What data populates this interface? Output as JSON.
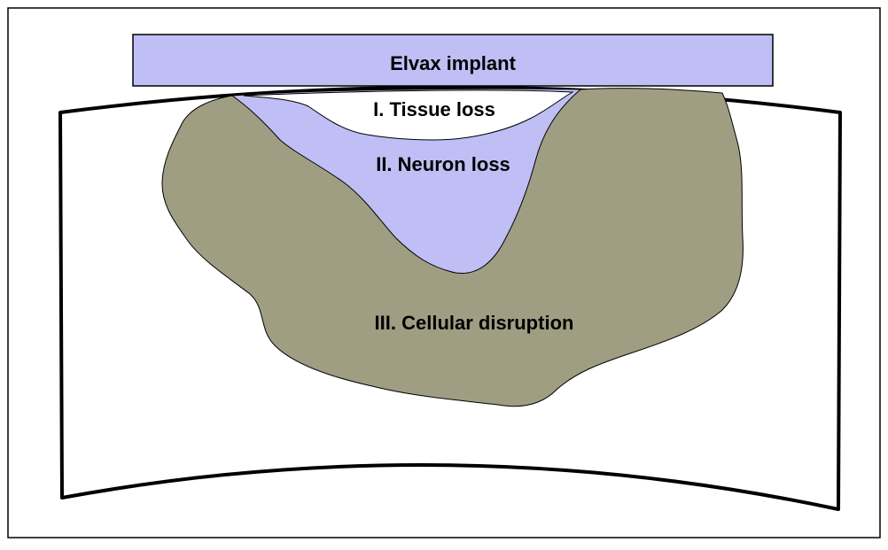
{
  "diagram": {
    "implant_label": "Elvax implant",
    "zones": [
      {
        "label": "I. Tissue loss",
        "color": "#ffffff"
      },
      {
        "label": "II.  Neuron loss",
        "color": "#bfbff5"
      },
      {
        "label": "III.  Cellular disruption",
        "color": "#a09e82"
      }
    ],
    "implant_color": "#bfbff5"
  }
}
